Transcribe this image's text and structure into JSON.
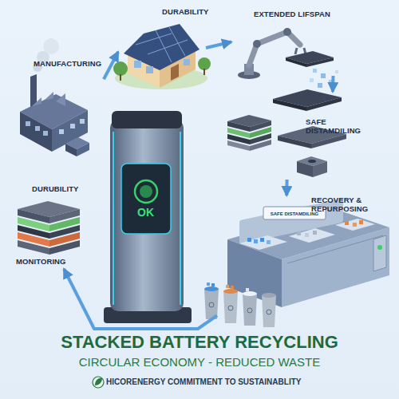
{
  "diagram": {
    "title": "STACKED BATTERY RECYCLING",
    "caption": "CIRCULAR ECONOMY - REDUCED WASTE",
    "nodes": [
      {
        "text": [
          "MANUFACTURING"
        ]
      },
      {
        "text": [
          "DURABILITY"
        ]
      },
      {
        "text": [
          "EXTENDED LIFSPAN"
        ]
      },
      {
        "text": [
          "SAFE DISTAMDILING"
        ]
      },
      {
        "text": [
          "RECOVERY & REPURPOSING"
        ]
      },
      {
        "text": [
          "DURUBILITY"
        ]
      },
      {
        "text": [
          "MONITORING"
        ]
      },
      {
        "text": [
          "OK"
        ]
      }
    ],
    "edges": [
      {
        "from": 0,
        "to": 1,
        "arrow": "to"
      },
      {
        "from": 1,
        "to": 2,
        "arrow": "to"
      },
      {
        "from": 2,
        "to": 3,
        "arrow": "to"
      },
      {
        "from": 3,
        "to": 4,
        "arrow": "to"
      },
      {
        "from": 4,
        "to": 6,
        "arrow": "to"
      }
    ],
    "labels": [
      "SAFE DISTAMDILING",
      "HICORENERGY COMMITMENT TO SUSTAINABLITY"
    ]
  }
}
